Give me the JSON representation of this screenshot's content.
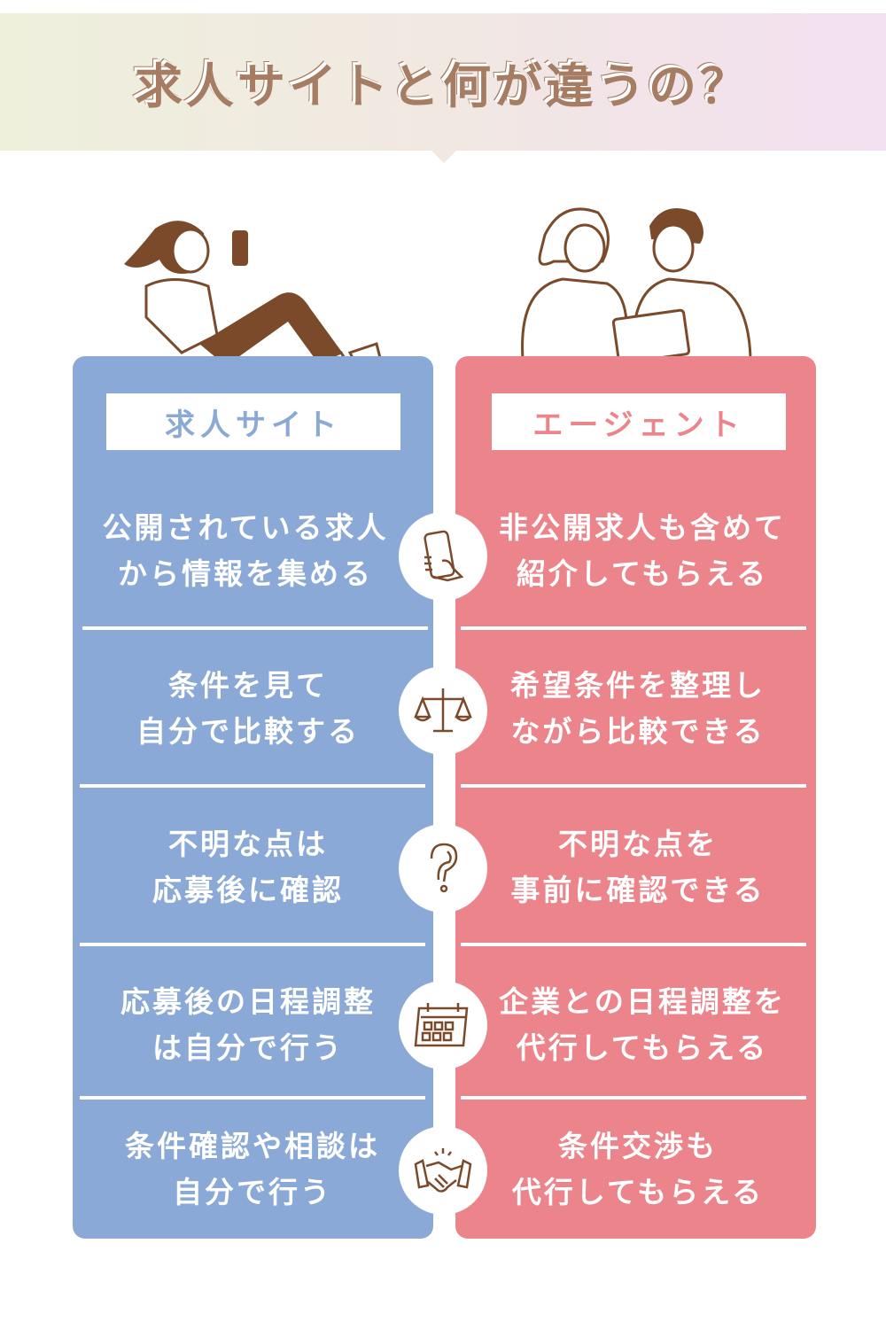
{
  "title": "求人サイトと何が違うの？",
  "left": {
    "label": "求人サイト",
    "rows": [
      "公開されている求人\nから情報を集める",
      "条件を見て\n自分で比較する",
      "不明な点は\n応募後に確認",
      "応募後の日程調整\nは自分で行う",
      "条件確認や相談は\n自分で行う"
    ]
  },
  "right": {
    "label": "エージェント",
    "rows": [
      "非公開求人も含めて\n紹介してもらえる",
      "希望条件を整理し\nながら比較できる",
      "不明な点を\n事前に確認できる",
      "企業との日程調整を\n代行してもらえる",
      "条件交渉も\n代行してもらえる"
    ]
  },
  "icons": [
    "smartphone-hand-icon",
    "scale-icon",
    "question-icon",
    "calendar-icon",
    "handshake-icon"
  ],
  "colors": {
    "left": "#8ba9d6",
    "right": "#ec848b",
    "title": "#a67c63",
    "line": "#7a4a2a"
  }
}
